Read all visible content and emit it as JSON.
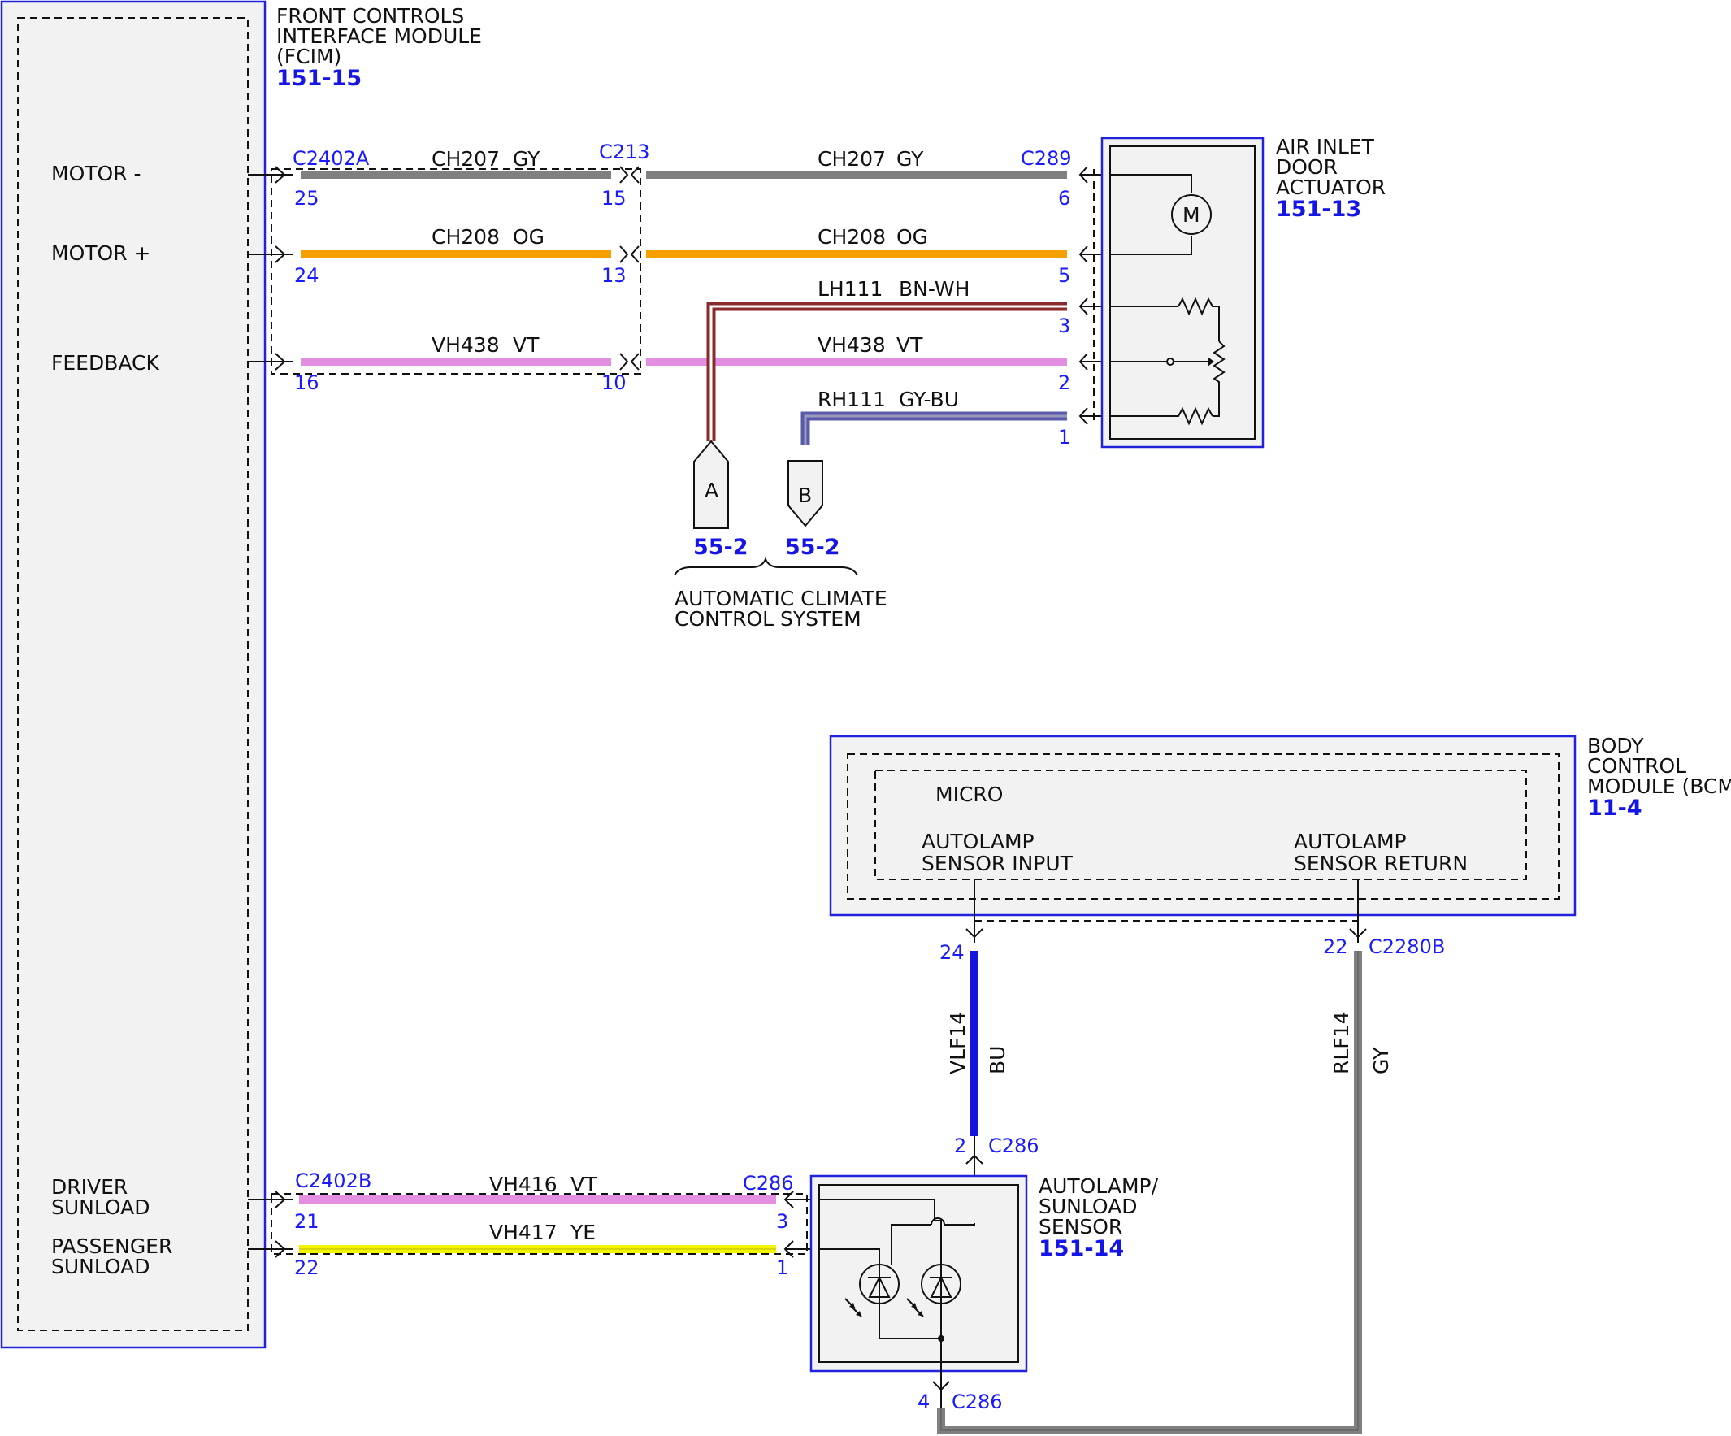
{
  "colors": {
    "GY": "#808080",
    "OG": "#f5a000",
    "VT": "#e28fe2",
    "YE": "#f5f500",
    "BU": "#1414dd",
    "BN": "#8b2a2a",
    "module_outline": "#2222dd",
    "module_fill": "#f2f2f2"
  },
  "fcim": {
    "name_line1": "FRONT CONTROLS",
    "name_line2": "INTERFACE MODULE",
    "name_line3": "(FCIM)",
    "ref": "151-15",
    "pins": {
      "motor_minus": "MOTOR -",
      "motor_plus": "MOTOR +",
      "feedback": "FEEDBACK",
      "driver_sunload_line1": "DRIVER",
      "driver_sunload_line2": "SUNLOAD",
      "passenger_sunload_line1": "PASSENGER",
      "passenger_sunload_line2": "SUNLOAD"
    }
  },
  "actuator": {
    "name_line1": "AIR INLET",
    "name_line2": "DOOR",
    "name_line3": "ACTUATOR",
    "ref": "151-13",
    "motor_symbol": "M"
  },
  "bcm": {
    "name_line1": "BODY",
    "name_line2": "CONTROL",
    "name_line3": "MODULE (BCM)",
    "ref": "11-4",
    "micro": "MICRO",
    "input_line1": "AUTOLAMP",
    "input_line2": "SENSOR INPUT",
    "return_line1": "AUTOLAMP",
    "return_line2": "SENSOR RETURN"
  },
  "sensor": {
    "name_line1": "AUTOLAMP/",
    "name_line2": "SUNLOAD",
    "name_line3": "SENSOR",
    "ref": "151-14"
  },
  "climate": {
    "label_line1": "AUTOMATIC CLIMATE",
    "label_line2": "CONTROL SYSTEM",
    "conn_a": "A",
    "conn_b": "B",
    "ref_a": "55-2",
    "ref_b": "55-2"
  },
  "connectors": {
    "c2402a": "C2402A",
    "c213": "C213",
    "c289": "C289",
    "c2402b": "C2402B",
    "c286_sensor_left": "C286",
    "c286_sensor_top": "C286",
    "c286_sensor_bottom": "C286",
    "c2280b": "C2280B"
  },
  "pins": {
    "p25": "25",
    "p24": "24",
    "p16": "16",
    "p15": "15",
    "p13": "13",
    "p10": "10",
    "p6": "6",
    "p5": "5",
    "p3": "3",
    "p2": "2",
    "p1": "1",
    "p21": "21",
    "p22": "22",
    "s3": "3",
    "s1": "1",
    "bcm24": "24",
    "bcm22": "22",
    "s2": "2",
    "s4": "4"
  },
  "wires": {
    "ch207_left": {
      "circuit": "CH207",
      "color": "GY"
    },
    "ch207_right": {
      "circuit": "CH207",
      "color": "GY"
    },
    "ch208_left": {
      "circuit": "CH208",
      "color": "OG"
    },
    "ch208_right": {
      "circuit": "CH208",
      "color": "OG"
    },
    "lh111": {
      "circuit": "LH111",
      "color": "BN-WH"
    },
    "vh438_left": {
      "circuit": "VH438",
      "color": "VT"
    },
    "vh438_right": {
      "circuit": "VH438",
      "color": "VT"
    },
    "rh111": {
      "circuit": "RH111",
      "color": "GY-BU"
    },
    "vh416": {
      "circuit": "VH416",
      "color": "VT"
    },
    "vh417": {
      "circuit": "VH417",
      "color": "YE"
    },
    "vlf14": {
      "circuit": "VLF14",
      "color": "BU"
    },
    "rlf14": {
      "circuit": "RLF14",
      "color": "GY"
    }
  }
}
